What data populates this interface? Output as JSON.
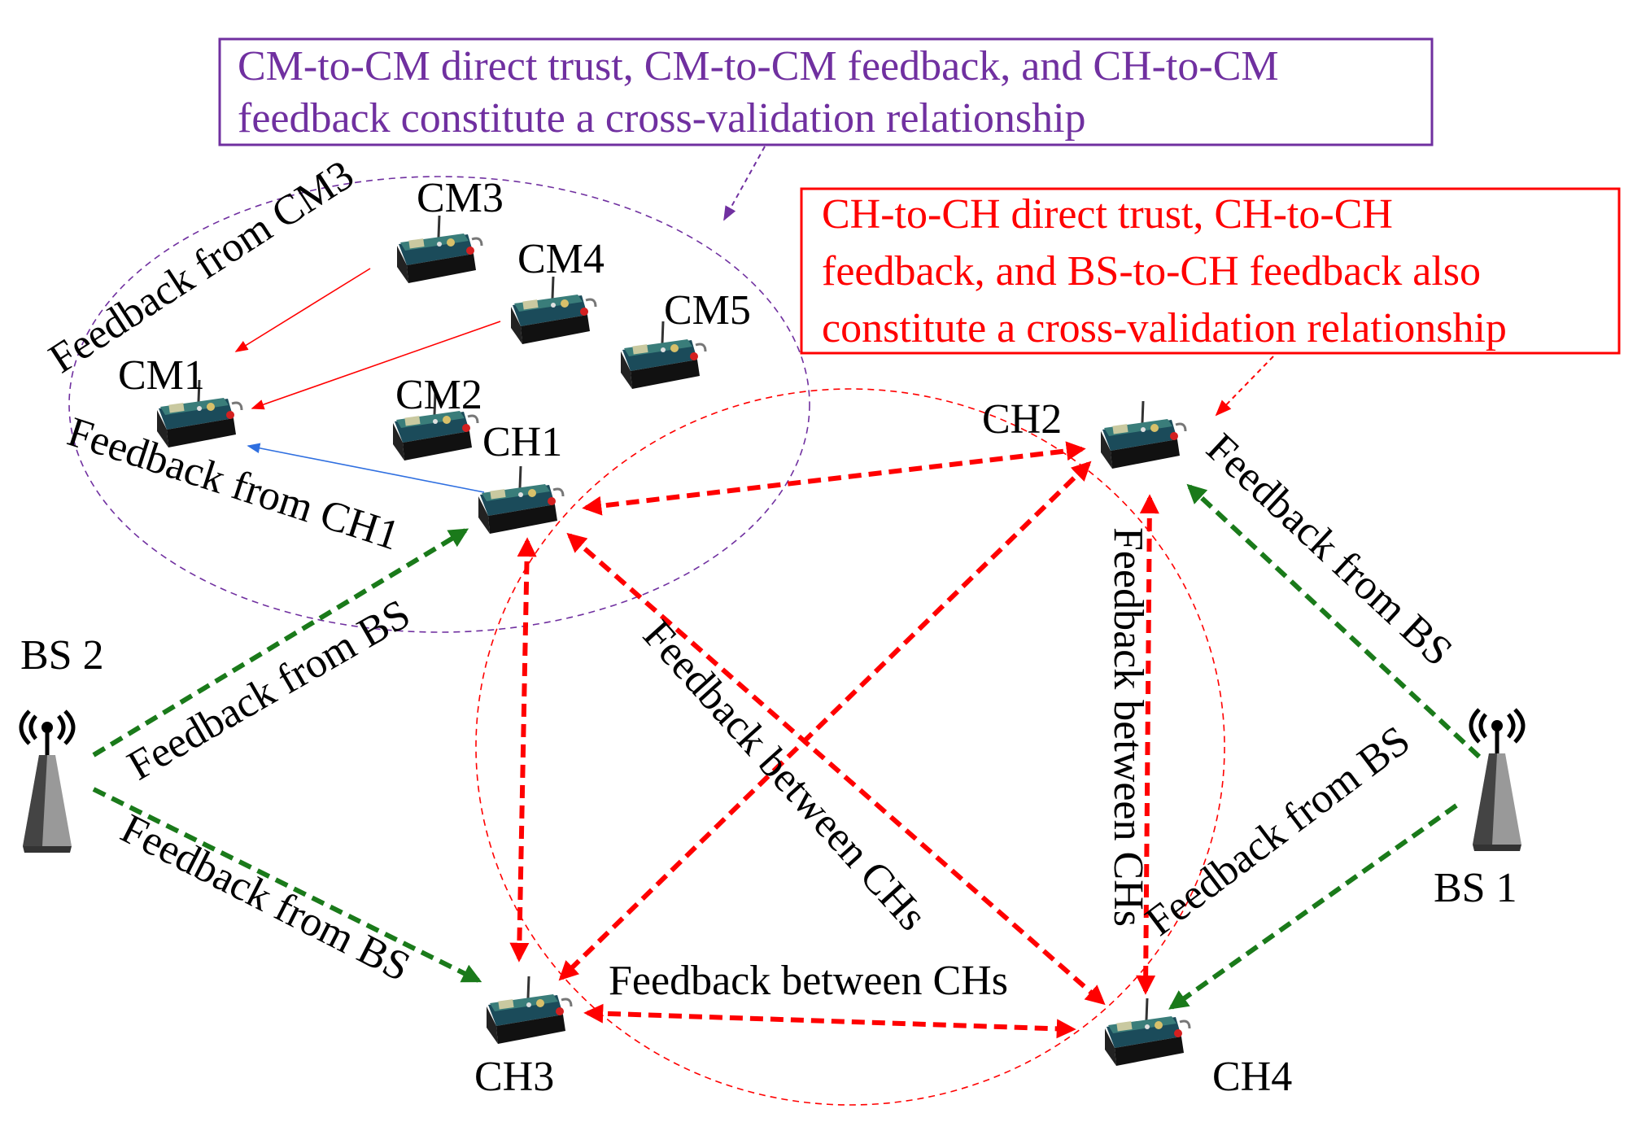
{
  "notes": {
    "purple": {
      "line1": "CM-to-CM direct trust, CM-to-CM feedback, and CH-to-CM",
      "line2": "feedback constitute a cross-validation relationship",
      "color": "#7030a0"
    },
    "red": {
      "line1": "CH-to-CH direct trust, CH-to-CH",
      "line2": "feedback, and BS-to-CH feedback also",
      "line3": "constitute a cross-validation relationship",
      "color": "#ff0000"
    }
  },
  "nodes": {
    "cm1": "CM1",
    "cm2": "CM2",
    "cm3": "CM3",
    "cm4": "CM4",
    "cm5": "CM5",
    "ch1": "CH1",
    "ch2": "CH2",
    "ch3": "CH3",
    "ch4": "CH4",
    "bs1": "BS 1",
    "bs2": "BS 2"
  },
  "edge_labels": {
    "from_cm3": "Feedback from CM3",
    "from_ch1": "Feedback from CH1",
    "bs2_ch1": "Feedback from BS",
    "bs2_ch3": "Feedback from BS",
    "bs1_ch2": "Feedback from BS",
    "bs1_ch4": "Feedback from BS",
    "ch1_ch4": "Feedback between CHs",
    "ch2_ch4": "Feedback between CHs",
    "ch3_ch4": "Feedback between CHs"
  },
  "colors": {
    "ch_link": "#ff0000",
    "bs_link": "#1a7a1a",
    "cm_link": "#ff0000",
    "ch_to_cm_link": "#2f6fe0",
    "cluster_outline": "#7030a0",
    "ch_group_outline": "#ff0000"
  },
  "icons": {
    "sensor": "sensor-mote-icon",
    "base_station": "antenna-tower-icon"
  }
}
